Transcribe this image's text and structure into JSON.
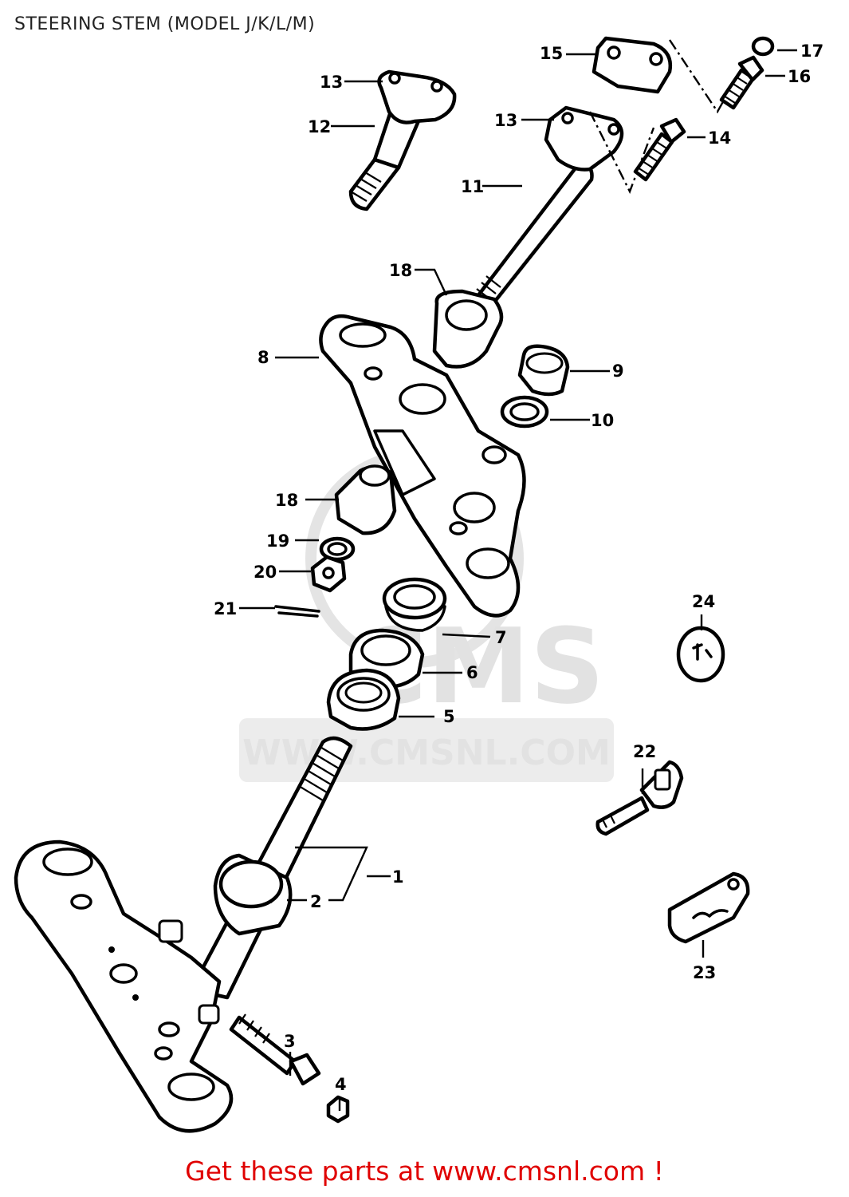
{
  "page_title": "STEERING STEM (MODEL J/K/L/M)",
  "watermark": {
    "brand": "CMS",
    "url": "WWW.CMSNL.COM"
  },
  "footer": {
    "prefix": "Get these parts at",
    "link": "www.cmsnl.com !"
  },
  "colors": {
    "footer_text": "#e00000",
    "line_art": "#000000",
    "watermark": "#e2e2e2"
  },
  "callouts": [
    {
      "id": "c1",
      "number": "1"
    },
    {
      "id": "c2",
      "number": "2"
    },
    {
      "id": "c3",
      "number": "3"
    },
    {
      "id": "c4",
      "number": "4"
    },
    {
      "id": "c5",
      "number": "5"
    },
    {
      "id": "c6",
      "number": "6"
    },
    {
      "id": "c7",
      "number": "7"
    },
    {
      "id": "c8",
      "number": "8"
    },
    {
      "id": "c9",
      "number": "9"
    },
    {
      "id": "c10",
      "number": "10"
    },
    {
      "id": "c11",
      "number": "11"
    },
    {
      "id": "c12",
      "number": "12"
    },
    {
      "id": "c13a",
      "number": "13"
    },
    {
      "id": "c13b",
      "number": "13"
    },
    {
      "id": "c14",
      "number": "14"
    },
    {
      "id": "c15",
      "number": "15"
    },
    {
      "id": "c16",
      "number": "16"
    },
    {
      "id": "c17",
      "number": "17"
    },
    {
      "id": "c18a",
      "number": "18"
    },
    {
      "id": "c18b",
      "number": "18"
    },
    {
      "id": "c19",
      "number": "19"
    },
    {
      "id": "c20",
      "number": "20"
    },
    {
      "id": "c21",
      "number": "21"
    },
    {
      "id": "c22",
      "number": "22"
    },
    {
      "id": "c23",
      "number": "23"
    },
    {
      "id": "c24",
      "number": "24"
    }
  ]
}
